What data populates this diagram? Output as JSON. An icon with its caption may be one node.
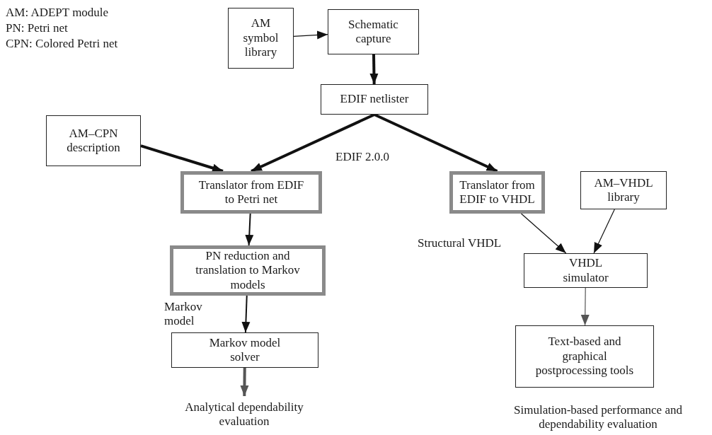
{
  "diagram": {
    "nodes": [
      {
        "text": [
          "AM symbol library"
        ]
      },
      {
        "text": [
          "Schematic capture"
        ]
      },
      {
        "text": [
          "EDIF netlister"
        ]
      },
      {
        "text": [
          "AM–CPN description"
        ]
      },
      {
        "text": [
          "Translator from EDIF to Petri net"
        ]
      },
      {
        "text": [
          "Translator from EDIF to VHDL"
        ]
      },
      {
        "text": [
          "AM–VHDL library"
        ]
      },
      {
        "text": [
          "PN reduction and translation to Markov models"
        ]
      },
      {
        "text": [
          "VHDL simulator"
        ]
      },
      {
        "text": [
          "Markov model solver"
        ]
      },
      {
        "text": [
          "Text-based and graphical postprocessing tools"
        ]
      },
      {
        "text": [
          "Analytical dependability evaluation"
        ]
      },
      {
        "text": [
          "Simulation-based performance and dependability evaluation"
        ]
      }
    ],
    "edges": [
      {
        "from": 0,
        "to": 1,
        "arrow": "to"
      },
      {
        "from": 1,
        "to": 2,
        "arrow": "to",
        "style": "thick"
      },
      {
        "from": 2,
        "to": 4,
        "arrow": "to",
        "style": "thick"
      },
      {
        "from": 2,
        "to": 5,
        "arrow": "to",
        "style": "thick"
      },
      {
        "from": 3,
        "to": 4,
        "arrow": "to",
        "style": "thick"
      },
      {
        "from": 4,
        "to": 7,
        "arrow": "to"
      },
      {
        "from": 7,
        "to": 9,
        "arrow": "to",
        "label": "Markov model"
      },
      {
        "from": 9,
        "to": 11,
        "arrow": "to",
        "color": "#555555",
        "style": "thick"
      },
      {
        "from": 5,
        "to": 8,
        "arrow": "to",
        "label": "Structural VHDL"
      },
      {
        "from": 6,
        "to": 8,
        "arrow": "to"
      },
      {
        "from": 8,
        "to": 10,
        "arrow": "to",
        "color": "#555555"
      }
    ],
    "labels": [
      "AM: ADEPT module",
      "PN: Petri net",
      "CPN: Colored Petri net",
      "EDIF 2.0.0"
    ]
  }
}
